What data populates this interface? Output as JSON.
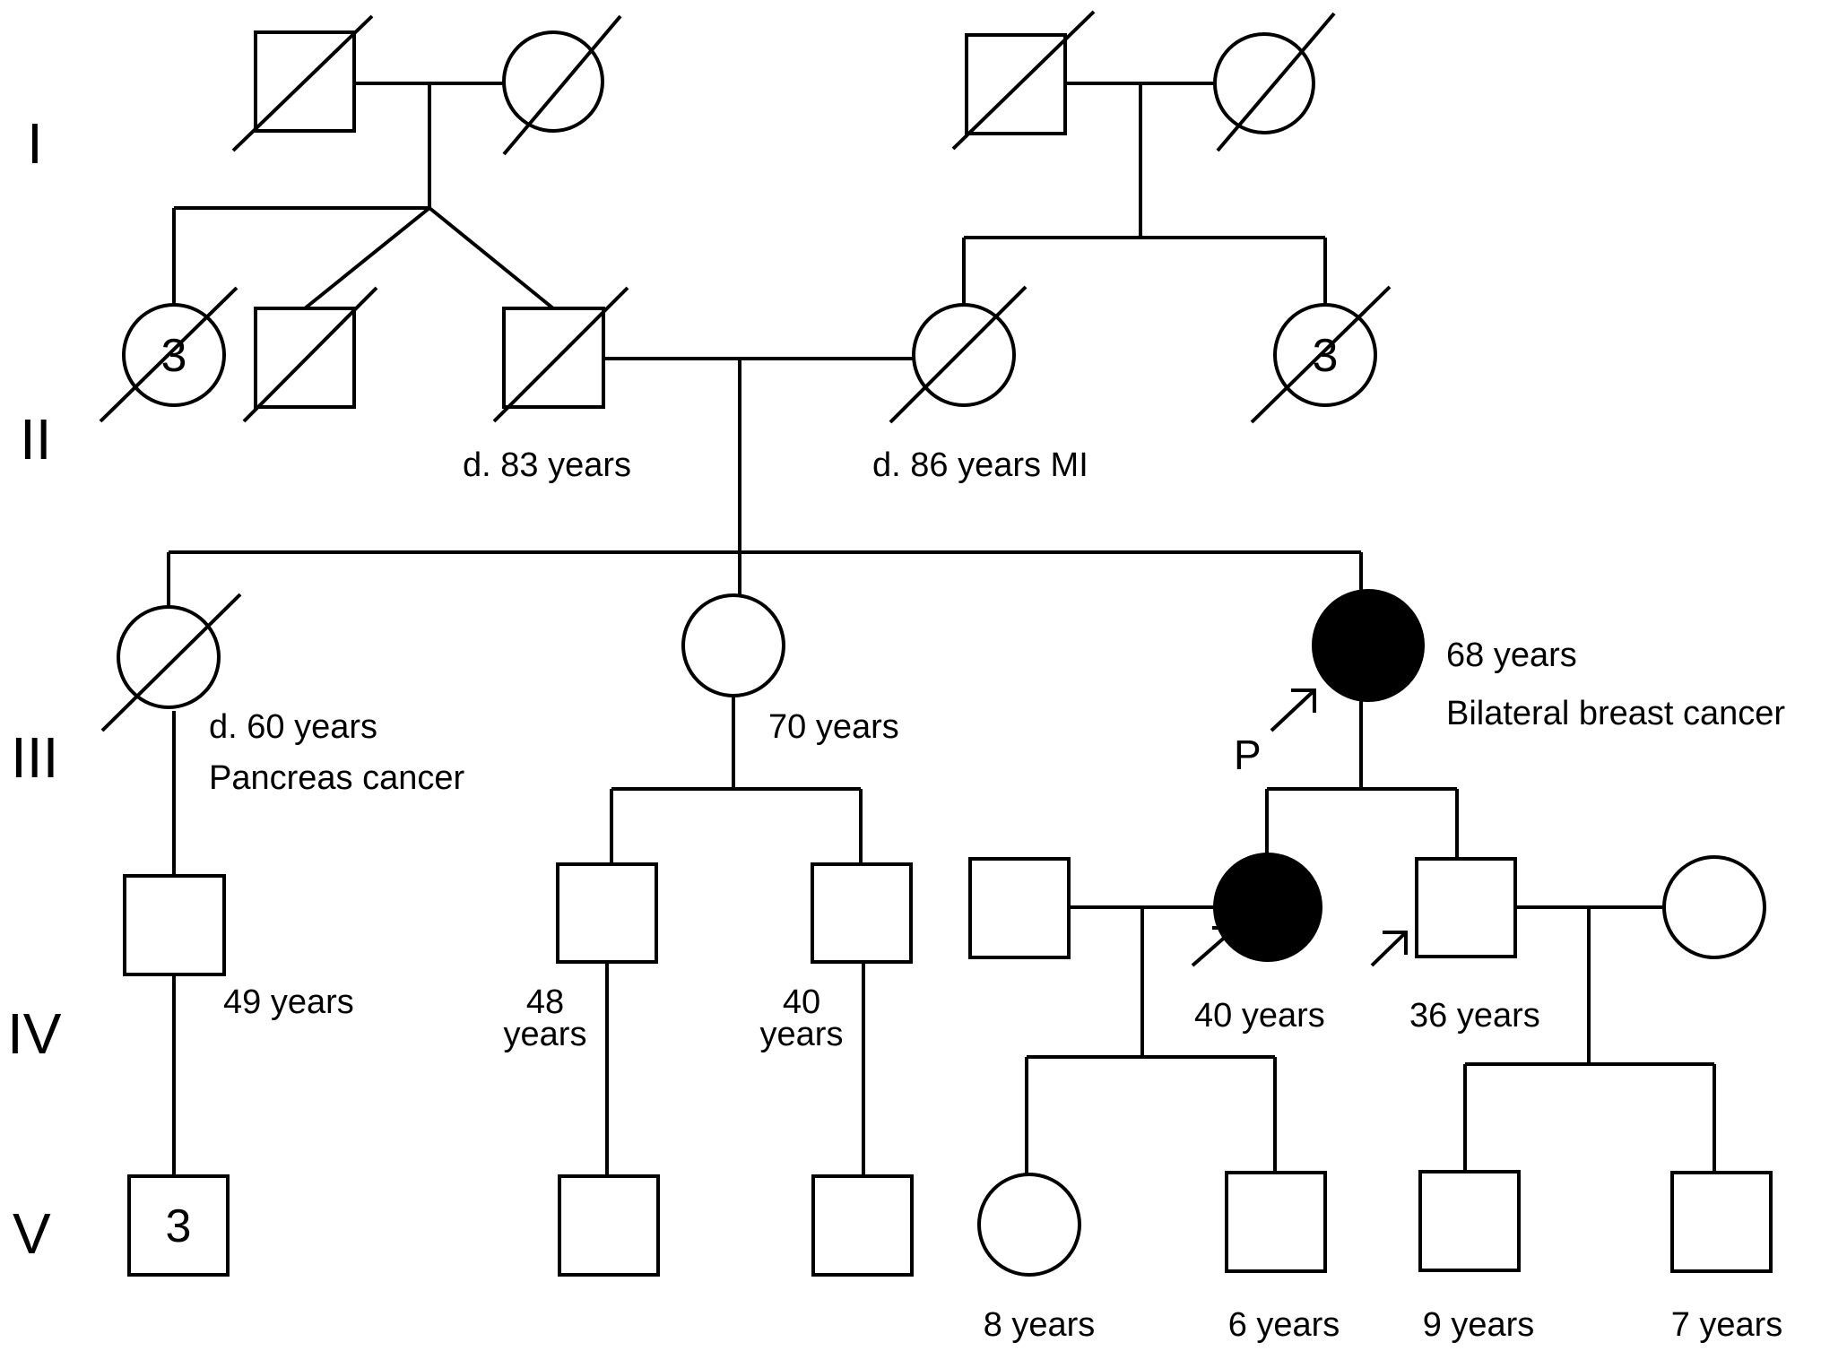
{
  "generations": [
    "I",
    "II",
    "III",
    "IV",
    "V"
  ],
  "symbol_counts": {
    "ii_left_sisters": "3",
    "ii_right_sisters": "3",
    "v_sons": "3"
  },
  "labels": {
    "ii_father": "d. 83 years",
    "ii_mother": "d. 86 years MI",
    "iii_left_age": "d. 60 years",
    "iii_left_dx": "Pancreas cancer",
    "iii_mid": "70 years",
    "iii_right_age": "68 years",
    "iii_right_dx": "Bilateral breast cancer",
    "proband": "P",
    "iv_left": "49 years",
    "iv_m1_num": "48",
    "iv_m1_unit": "years",
    "iv_m2_num": "40",
    "iv_m2_unit": "years",
    "iv_daughter": "40 years",
    "iv_son": "36 years",
    "v_1": "8 years",
    "v_2": "6 years",
    "v_3": "9 years",
    "v_4": "7 years"
  },
  "colors": {
    "line": "#000000",
    "affected_fill": "#000000",
    "background": "#ffffff"
  }
}
